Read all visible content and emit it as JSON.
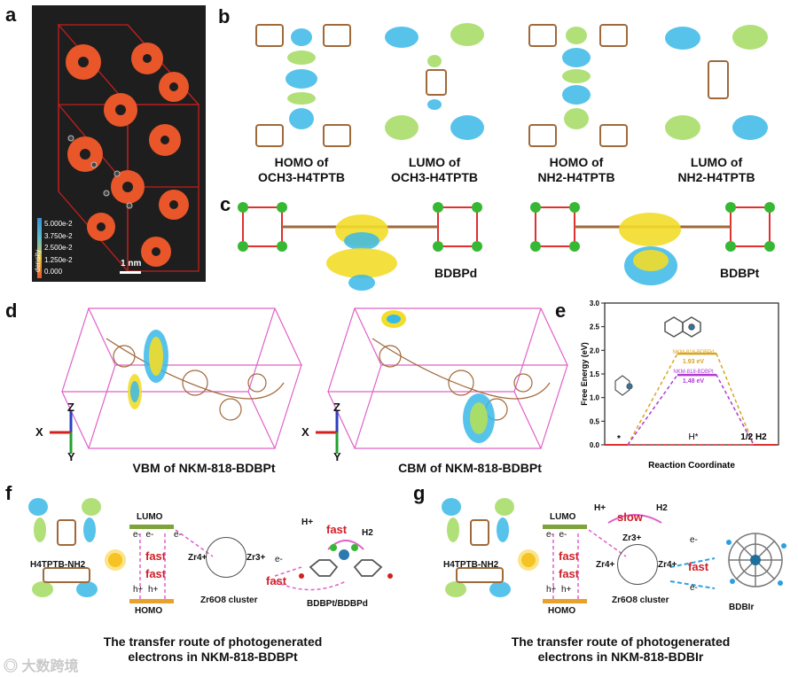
{
  "panels": {
    "a": {
      "letter": "a",
      "colorbar_title": "H2O density",
      "colorbar_ticks": [
        "5.000e-2",
        "3.750e-2",
        "2.500e-2",
        "1.250e-2",
        "0.000"
      ],
      "scale_bar": "1 nm"
    },
    "b": {
      "letter": "b",
      "orbitals": [
        {
          "line1": "HOMO of",
          "line2": "OCH3-H4TPTB"
        },
        {
          "line1": "LUMO of",
          "line2": "OCH3-H4TPTB"
        },
        {
          "line1": "HOMO of",
          "line2": "NH2-H4TPTB"
        },
        {
          "line1": "LUMO of",
          "line2": "NH2-H4TPTB"
        }
      ]
    },
    "c": {
      "letter": "c",
      "labels": [
        "BDBPd",
        "BDBPt"
      ]
    },
    "d": {
      "letter": "d",
      "captions": [
        "VBM of NKM-818-BDBPt",
        "CBM of NKM-818-BDBPt"
      ],
      "axes": {
        "z": "Z",
        "x": "X",
        "y": "Y"
      }
    },
    "e": {
      "letter": "e",
      "ylabel": "Free Energy (eV)",
      "xlabel": "Reaction Coordinate",
      "yticks": [
        "0.0",
        "0.5",
        "1.0",
        "1.5",
        "2.0",
        "2.5",
        "3.0"
      ],
      "series_labels": [
        "NKM-818-BDBPd",
        "NKM-818-BDBPt"
      ],
      "energy_labels": [
        "1.93 eV",
        "1.48 eV"
      ],
      "state_labels": [
        "*",
        "H*",
        "1/2 H2"
      ]
    },
    "f": {
      "letter": "f",
      "lumo": "LUMO",
      "homo": "HOMO",
      "ligand": "H4TPTB-NH2",
      "electron": "e-",
      "hole": "h+",
      "fast": "fast",
      "cluster": "Zr6O8 cluster",
      "zr4": "Zr4+",
      "zr3": "Zr3+",
      "proton": "H+",
      "h2": "H2",
      "catalyst": "BDBPt/BDBPd",
      "caption1": "The transfer route of photogenerated",
      "caption2": "electrons in NKM-818-BDBPt"
    },
    "g": {
      "letter": "g",
      "lumo": "LUMO",
      "homo": "HOMO",
      "ligand": "H4TPTB-NH2",
      "electron": "e-",
      "hole": "h+",
      "fast": "fast",
      "slow": "slow",
      "cluster": "Zr6O8 cluster",
      "zr4": "Zr4+",
      "zr3": "Zr3+",
      "proton": "H+",
      "h2": "H2",
      "catalyst": "BDBIr",
      "caption1": "The transfer route of photogenerated",
      "caption2": "electrons in NKM-818-BDBIr"
    }
  },
  "watermark": "大数跨境",
  "chart_data": {
    "type": "line",
    "xlabel": "Reaction Coordinate",
    "ylabel": "Free Energy (eV)",
    "ylim": [
      0,
      3.0
    ],
    "categories": [
      "*",
      "H*",
      "1/2 H2"
    ],
    "series": [
      {
        "name": "NKM-818-BDBPd",
        "values": [
          0,
          1.93,
          0
        ],
        "color": "#d9a520"
      },
      {
        "name": "NKM-818-BDBPt",
        "values": [
          0,
          1.48,
          0
        ],
        "color": "#b03ad6"
      }
    ],
    "colors": {
      "baseline": "#e03030"
    }
  }
}
